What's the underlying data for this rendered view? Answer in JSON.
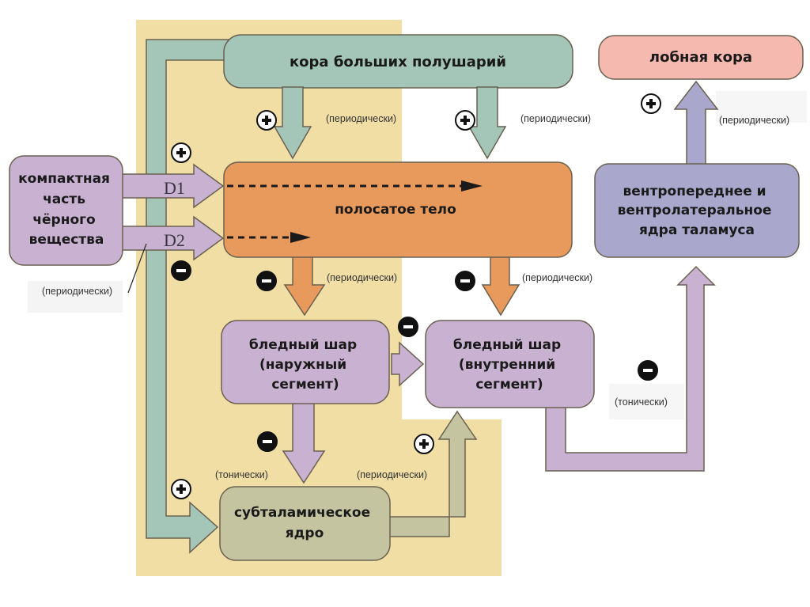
{
  "diagram": {
    "title": "Basal ganglia circuit",
    "colors": {
      "background_zone": "#f0dea5",
      "cortex": "#a3c6b8",
      "striatum": "#e79a5c",
      "pallidum": "#c9b2d1",
      "substantia_nigra": "#c9b2d1",
      "subthalamic": "#c5c4a0",
      "thalamus": "#a9a8cc",
      "frontal_cortex": "#f5b9b0",
      "outline": "#6a6050"
    },
    "nodes": {
      "cortex": {
        "label": [
          "кора больших полушарий"
        ]
      },
      "frontal_cortex": {
        "label": [
          "лобная кора"
        ]
      },
      "substantia_nigra": {
        "label": [
          "компактная",
          "часть",
          "чёрного",
          "вещества"
        ]
      },
      "striatum": {
        "label": [
          "полосатое тело"
        ]
      },
      "thalamus": {
        "label": [
          "вентропереднее и",
          "вентролатеральное",
          "ядра таламуса"
        ]
      },
      "gp_external": {
        "label": [
          "бледный шар",
          "(наружный",
          "сегмент)"
        ]
      },
      "gp_internal": {
        "label": [
          "бледный шар",
          "(внутренний",
          "сегмент)"
        ]
      },
      "subthalamic": {
        "label": [
          "субталамическое",
          "ядро"
        ]
      }
    },
    "receptors": {
      "d1": "D1",
      "d2": "D2"
    },
    "signs": {
      "plus": "+",
      "minus": "−"
    },
    "notes": {
      "cortex_striatum_left": "(периодически)",
      "cortex_striatum_right": "(периодически)",
      "thalamus_frontal": "(периодически)",
      "nigra": "(периодически)",
      "striatum_gpe": "(периодически)",
      "striatum_gpi": "(периодически)",
      "gpi_thalamus": "(тонически)",
      "gpe_stn": "(тонически)",
      "stn_gpi": "(периодически)"
    },
    "edges": [
      {
        "from": "cortex",
        "to": "striatum",
        "sign": "+",
        "mode": "periodic"
      },
      {
        "from": "cortex",
        "to": "striatum",
        "sign": "+",
        "mode": "periodic"
      },
      {
        "from": "cortex",
        "to": "subthalamic",
        "sign": "+"
      },
      {
        "from": "substantia_nigra",
        "to": "striatum",
        "via": "D1",
        "sign": "+"
      },
      {
        "from": "substantia_nigra",
        "to": "striatum",
        "via": "D2",
        "sign": "−"
      },
      {
        "from": "striatum",
        "to": "gp_external",
        "sign": "−",
        "mode": "periodic"
      },
      {
        "from": "striatum",
        "to": "gp_internal",
        "sign": "−",
        "mode": "periodic"
      },
      {
        "from": "gp_external",
        "to": "gp_internal",
        "sign": "−"
      },
      {
        "from": "gp_external",
        "to": "subthalamic",
        "sign": "−",
        "mode": "tonic"
      },
      {
        "from": "subthalamic",
        "to": "gp_internal",
        "sign": "+",
        "mode": "periodic"
      },
      {
        "from": "gp_internal",
        "to": "thalamus",
        "sign": "−",
        "mode": "tonic"
      },
      {
        "from": "thalamus",
        "to": "frontal_cortex",
        "sign": "+",
        "mode": "periodic"
      }
    ]
  }
}
